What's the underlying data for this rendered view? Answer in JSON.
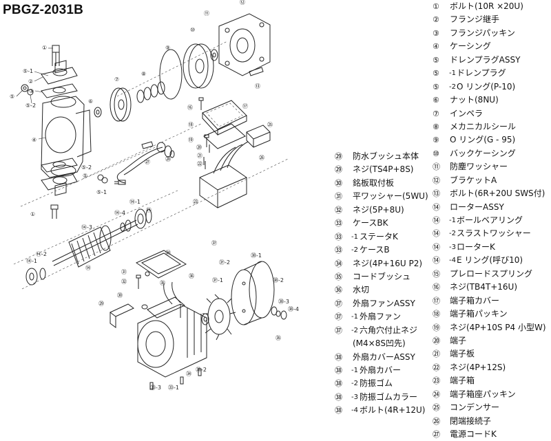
{
  "title": "PBGZ-2031B",
  "parts_mid": [
    {
      "no": "29",
      "sub": "",
      "name": "防水ブッシュ本体"
    },
    {
      "no": "29",
      "sub": "",
      "name": "ネジ(TS4P+8S)"
    },
    {
      "no": "30",
      "sub": "",
      "name": "銘板取付板"
    },
    {
      "no": "31",
      "sub": "",
      "name": "平ワッシャー(5WU)"
    },
    {
      "no": "32",
      "sub": "",
      "name": "ネジ(5P+8U)"
    },
    {
      "no": "33",
      "sub": "",
      "name": "ケースBK"
    },
    {
      "no": "33",
      "sub": "-1",
      "name": "ステータK"
    },
    {
      "no": "33",
      "sub": "-2",
      "name": "ケースB"
    },
    {
      "no": "34",
      "sub": "",
      "name": "ネジ(4P+16U P2)"
    },
    {
      "no": "35",
      "sub": "",
      "name": "コードブッシュ"
    },
    {
      "no": "36",
      "sub": "",
      "name": "水切"
    },
    {
      "no": "37",
      "sub": "",
      "name": "外扇ファンASSY"
    },
    {
      "no": "37",
      "sub": "-1",
      "name": "外扇ファン"
    },
    {
      "no": "37",
      "sub": "-2",
      "name": "六角穴付止ネジ"
    },
    {
      "no": "",
      "sub": "",
      "name": "(M4×8S凹先)"
    },
    {
      "no": "38",
      "sub": "",
      "name": "外扇カバーASSY"
    },
    {
      "no": "38",
      "sub": "-1",
      "name": "外扇カバー"
    },
    {
      "no": "38",
      "sub": "-2",
      "name": "防振ゴム"
    },
    {
      "no": "38",
      "sub": "-3",
      "name": "防振ゴムカラー"
    },
    {
      "no": "38",
      "sub": "-4",
      "name": "ボルト(4R+12U)"
    }
  ],
  "parts_right": [
    {
      "no": "1",
      "sub": "",
      "name": "ボルト(10R ×20U)"
    },
    {
      "no": "2",
      "sub": "",
      "name": "フランジ継手"
    },
    {
      "no": "3",
      "sub": "",
      "name": "フランジパッキン"
    },
    {
      "no": "4",
      "sub": "",
      "name": "ケーシング"
    },
    {
      "no": "5",
      "sub": "",
      "name": "ドレンプラグASSY"
    },
    {
      "no": "5",
      "sub": "-1",
      "name": "ドレンプラグ"
    },
    {
      "no": "5",
      "sub": "-2",
      "name": "O リング(P-10)"
    },
    {
      "no": "6",
      "sub": "",
      "name": "ナット(8NU)"
    },
    {
      "no": "7",
      "sub": "",
      "name": "インペラ"
    },
    {
      "no": "8",
      "sub": "",
      "name": "メカニカルシール"
    },
    {
      "no": "9",
      "sub": "",
      "name": "O リング(G - 95)"
    },
    {
      "no": "10",
      "sub": "",
      "name": "バックケーシング"
    },
    {
      "no": "11",
      "sub": "",
      "name": "防塵ワッシャー"
    },
    {
      "no": "12",
      "sub": "",
      "name": "ブラケットA"
    },
    {
      "no": "13",
      "sub": "",
      "name": "ボルト(6R+20U SWS付)"
    },
    {
      "no": "14",
      "sub": "",
      "name": "ローターASSY"
    },
    {
      "no": "14",
      "sub": "-1",
      "name": "ボールベアリング"
    },
    {
      "no": "14",
      "sub": "-2",
      "name": "スラストワッシャー"
    },
    {
      "no": "14",
      "sub": "-3",
      "name": "ローターK"
    },
    {
      "no": "14",
      "sub": "-4",
      "name": "E リング(呼び10)"
    },
    {
      "no": "15",
      "sub": "",
      "name": "プレロードスプリング"
    },
    {
      "no": "16",
      "sub": "",
      "name": "ネジ(TB4T+16U)"
    },
    {
      "no": "17",
      "sub": "",
      "name": "端子箱カバー"
    },
    {
      "no": "18",
      "sub": "",
      "name": "端子箱パッキン"
    },
    {
      "no": "19",
      "sub": "",
      "name": "ネジ(4P+10S P4 小型W)"
    },
    {
      "no": "20",
      "sub": "",
      "name": "端子"
    },
    {
      "no": "21",
      "sub": "",
      "name": "端子板"
    },
    {
      "no": "22",
      "sub": "",
      "name": "ネジ(4P+12S)"
    },
    {
      "no": "23",
      "sub": "",
      "name": "端子箱"
    },
    {
      "no": "24",
      "sub": "",
      "name": "端子箱座パッキン"
    },
    {
      "no": "25",
      "sub": "",
      "name": "コンデンサー"
    },
    {
      "no": "26",
      "sub": "",
      "name": "閉端接続子"
    },
    {
      "no": "27",
      "sub": "",
      "name": "電源コードK"
    }
  ],
  "callouts": [
    "1",
    "2",
    "3",
    "4",
    "5-1",
    "5",
    "5-2",
    "6",
    "7",
    "8",
    "9",
    "10",
    "11",
    "12",
    "13",
    "14-1",
    "14-2",
    "14-3",
    "14-4",
    "15",
    "16",
    "17",
    "18",
    "19",
    "20",
    "21",
    "22",
    "23",
    "24",
    "25",
    "26",
    "27",
    "28",
    "29",
    "30",
    "31",
    "32",
    "33-1",
    "33-2",
    "33-3",
    "34",
    "35",
    "36",
    "37",
    "37-1",
    "37-2",
    "38-1",
    "38-2",
    "38-3",
    "38-4"
  ]
}
